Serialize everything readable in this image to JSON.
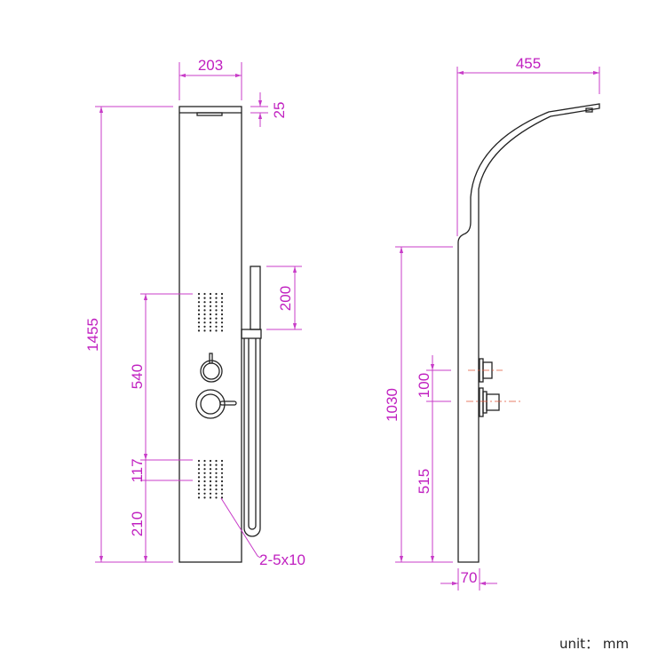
{
  "front_view": {
    "dims": {
      "width": "203",
      "top_band": "25",
      "height": "1455",
      "handshower": "200",
      "jets_to_valves": "540",
      "jet_block": "117",
      "bottom": "210",
      "jet_note": "2-5x10"
    }
  },
  "side_view": {
    "dims": {
      "reach": "455",
      "height": "1030",
      "valve_spacing": "100",
      "lower_valve": "515",
      "depth": "70"
    }
  },
  "unit_label": "unit： mm",
  "colors": {
    "dimension": "#c83cc8",
    "outline": "#222222",
    "centerline": "#e0553a"
  }
}
